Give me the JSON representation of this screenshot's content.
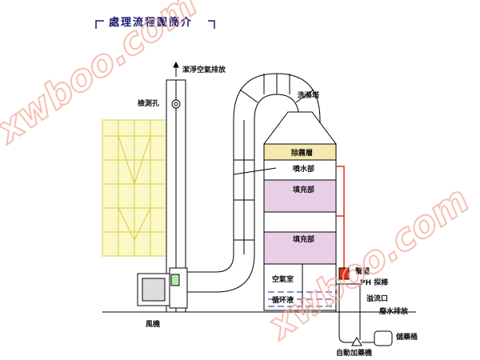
{
  "title": "處理流程圖簡介",
  "watermark": "xwboo.com",
  "labels": {
    "clean_air": "潔淨空氣排放",
    "test_port": "檢測孔",
    "scrubber": "洗滌塔",
    "demister": "除霧層",
    "spray": "噴水部",
    "packing1": "填充部",
    "packing2": "填充部",
    "air_chamber": "空氣室",
    "circulating": "循环液",
    "pump": "幫浦",
    "ph_probe": "PH 探棒",
    "overflow": "溢流口",
    "drain": "廢水排放",
    "tank": "儲藥桶",
    "doser": "自動加藥機",
    "fan": "風機"
  },
  "colors": {
    "title": "#1a1a6e",
    "pipe": "#e0301e",
    "packing": "#e9cfe6",
    "demister": "#f5e9b0",
    "scaffold": "#f0ea80"
  }
}
